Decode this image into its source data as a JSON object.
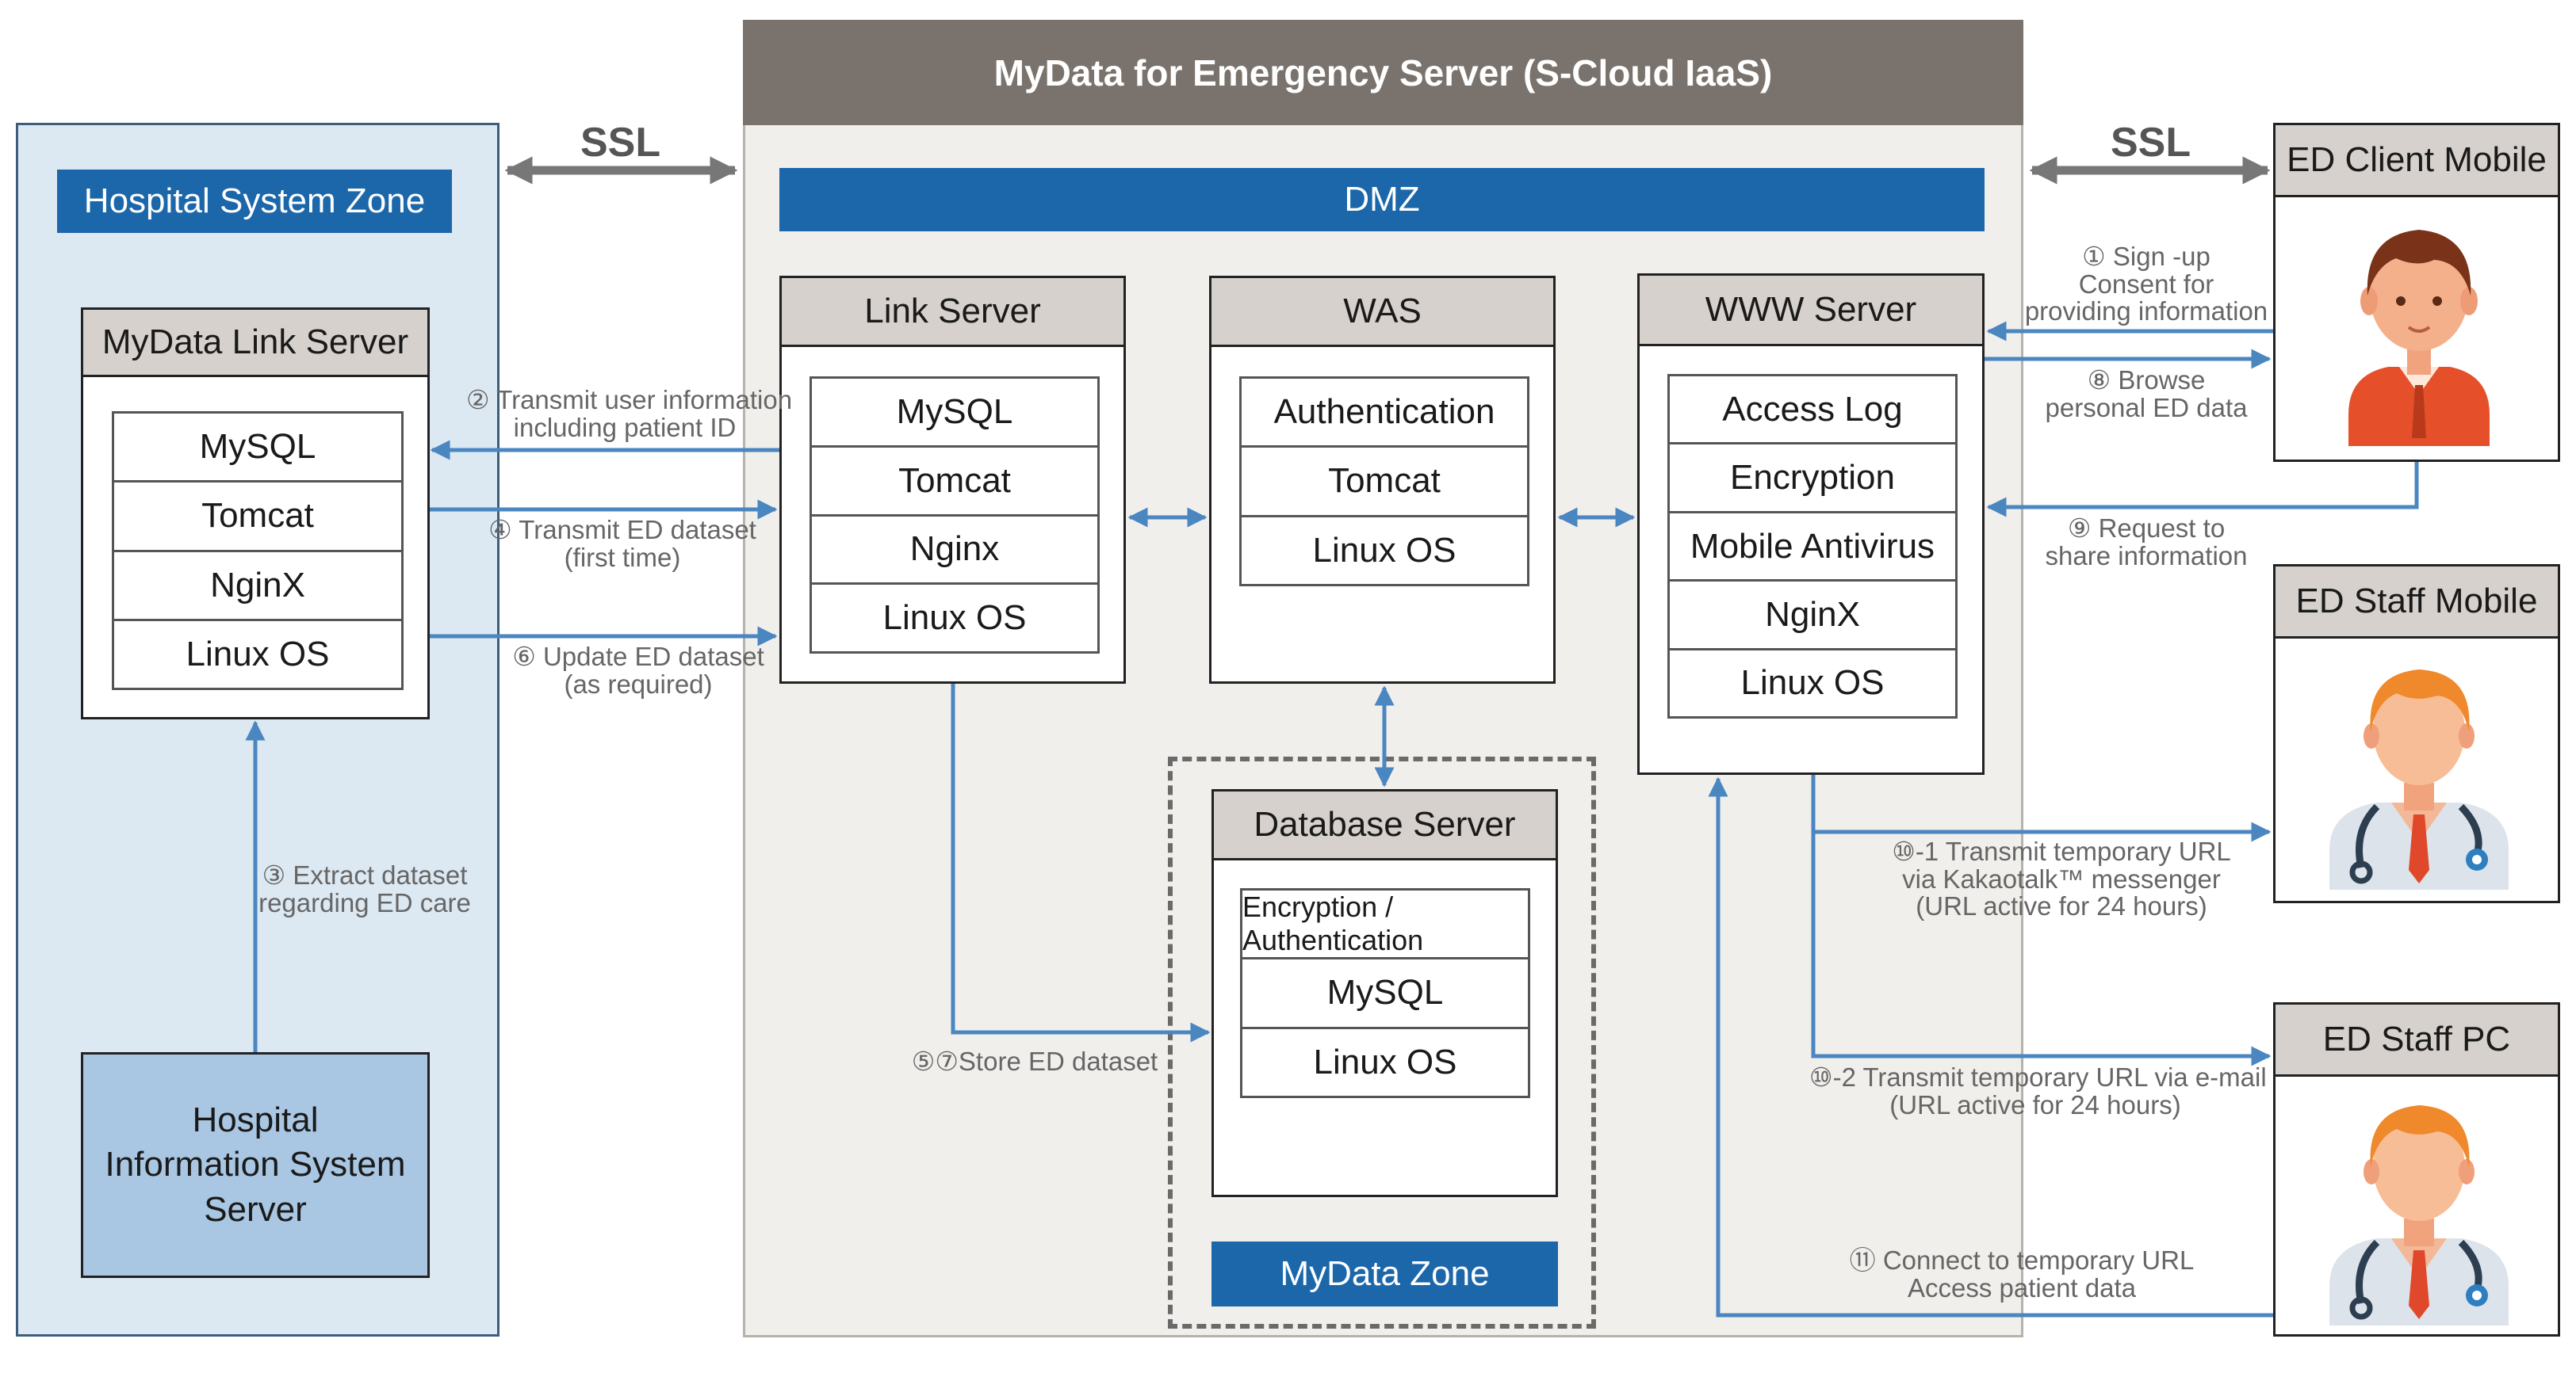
{
  "cloud_title": "MyData for Emergency Server (S-Cloud IaaS)",
  "hospital_zone_label": "Hospital System Zone",
  "dmz_label": "DMZ",
  "mydata_zone_label": "MyData Zone",
  "ssl_left": "SSL",
  "ssl_right": "SSL",
  "mydata_link_server": {
    "title": "MyData Link Server",
    "rows": [
      "MySQL",
      "Tomcat",
      "NginX",
      "Linux OS"
    ]
  },
  "his_server": {
    "line1": "Hospital",
    "line2": "Information System",
    "line3": "Server"
  },
  "link_server": {
    "title": "Link Server",
    "rows": [
      "MySQL",
      "Tomcat",
      "Nginx",
      "Linux OS"
    ]
  },
  "was": {
    "title": "WAS",
    "rows": [
      "Authentication",
      "Tomcat",
      "Linux OS"
    ]
  },
  "www_server": {
    "title": "WWW Server",
    "rows": [
      "Access Log",
      "Encryption",
      "Mobile Antivirus",
      "NginX",
      "Linux OS"
    ]
  },
  "db_server": {
    "title": "Database Server",
    "rows": [
      "Encryption / Authentication",
      "MySQL",
      "Linux OS"
    ]
  },
  "devices": {
    "client_mobile": "ED Client Mobile",
    "staff_mobile": "ED Staff Mobile",
    "staff_pc": "ED Staff PC"
  },
  "annotations": {
    "a2_l1": "② Transmit user information",
    "a2_l2": "including patient ID",
    "a4_l1": "④ Transmit ED dataset",
    "a4_l2": "(first time)",
    "a6_l1": "⑥ Update ED dataset",
    "a6_l2": "(as required)",
    "a3_l1": "③ Extract dataset",
    "a3_l2": "regarding ED care",
    "a57": "⑤⑦Store ED dataset",
    "a1_l1": "① Sign -up",
    "a1_l2": "Consent for",
    "a1_l3": "providing information",
    "a8_l1": "⑧ Browse",
    "a8_l2": "personal ED data",
    "a9_l1": "⑨ Request to",
    "a9_l2": "share information",
    "a10_1_l1": "⑩-1 Transmit temporary URL",
    "a10_1_l2": "via Kakaotalk™ messenger",
    "a10_1_l3": "(URL active for 24 hours)",
    "a10_2_l1": "⑩-2 Transmit temporary URL via e-mail",
    "a10_2_l2": "(URL active for 24 hours)",
    "a11_l1": "⑪ Connect to temporary URL",
    "a11_l2": "Access patient data"
  },
  "colors": {
    "arrow": "#4a86c0",
    "zone_blue": "#1c67aa",
    "header_gray": "#7a736d",
    "title_gray": "#d6d1cc",
    "his_blue": "#a9c6e2"
  },
  "icons": [
    "patient-avatar-icon",
    "doctor-avatar-icon",
    "doctor-avatar-icon"
  ]
}
